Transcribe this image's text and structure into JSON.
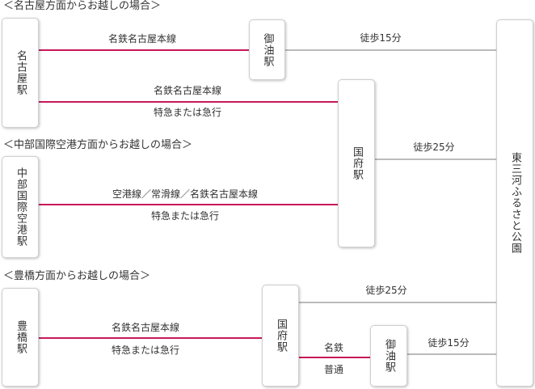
{
  "headings": {
    "nagoya": "＜名古屋方面からお越しの場合＞",
    "centrair": "＜中部国際空港方面からお越しの場合＞",
    "toyohashi": "＜豊橋方面からお越しの場合＞"
  },
  "stations": {
    "nagoya": "名古屋駅",
    "goyu_top": "御油駅",
    "kou_mid": "国府駅",
    "centrair": "中部国際空港駅",
    "toyohashi": "豊橋駅",
    "kou_bottom": "国府駅",
    "goyu_bottom": "御油駅",
    "park": "東三河ふるさと公園"
  },
  "routes": {
    "nagoya_to_goyu": "名鉄名古屋本線",
    "goyu_walk": "徒歩15分",
    "nagoya_to_kou_line": "名鉄名古屋本線",
    "nagoya_to_kou_train": "特急または急行",
    "kou_walk": "徒歩25分",
    "centrair_line": "空港線／常滑線／名鉄名古屋本線",
    "centrair_train": "特急または急行",
    "toyohashi_walk_kou": "徒歩25分",
    "toyohashi_line": "名鉄名古屋本線",
    "toyohashi_train": "特急または急行",
    "kou_to_goyu_line": "名鉄",
    "kou_to_goyu_train": "普通",
    "goyu_bottom_walk": "徒歩15分"
  },
  "colors": {
    "rail": "#c8185b",
    "walk": "#bbbbbb"
  }
}
